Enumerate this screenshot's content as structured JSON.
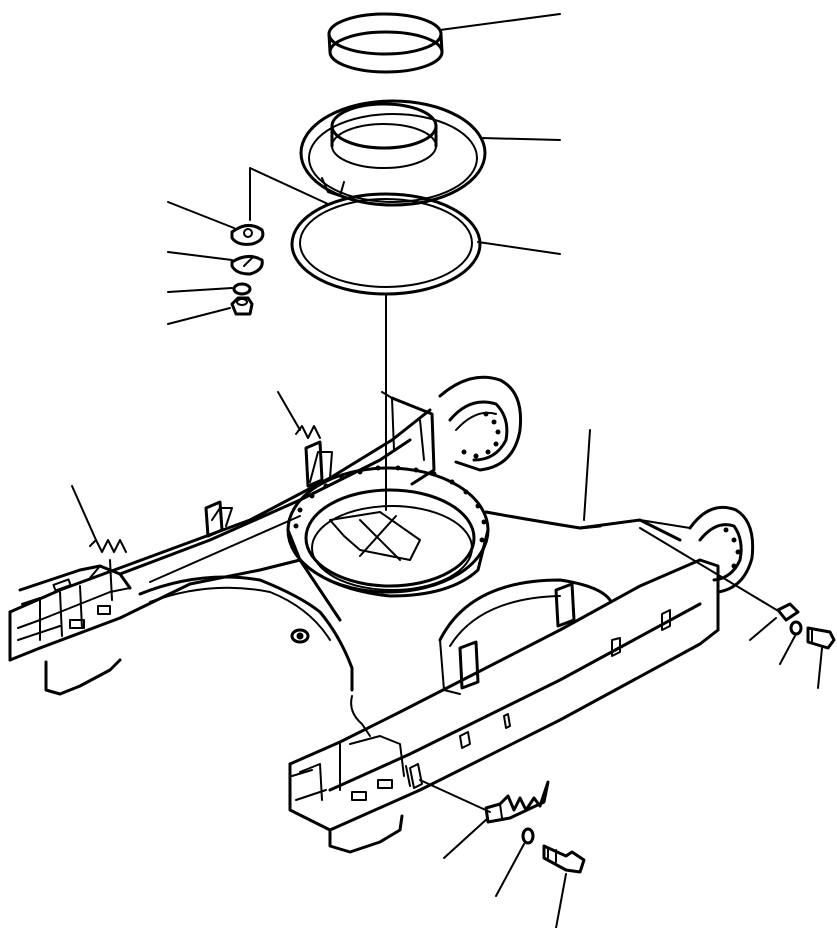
{
  "diagram": {
    "background": "#ffffff",
    "ink": "#000000",
    "parts": [
      {
        "icon": "retainer-ring"
      },
      {
        "icon": "bearing-seal"
      },
      {
        "icon": "o-ring"
      },
      {
        "icon": "cover-plate"
      },
      {
        "icon": "cover-plate"
      },
      {
        "icon": "spring-washer"
      },
      {
        "icon": "nut"
      },
      {
        "icon": "track-guard-plate"
      },
      {
        "icon": "track-guard-plate"
      },
      {
        "icon": "plate"
      },
      {
        "icon": "washer"
      },
      {
        "icon": "bolt"
      },
      {
        "icon": "track-guard"
      },
      {
        "icon": "washer"
      },
      {
        "icon": "bolt"
      }
    ]
  }
}
